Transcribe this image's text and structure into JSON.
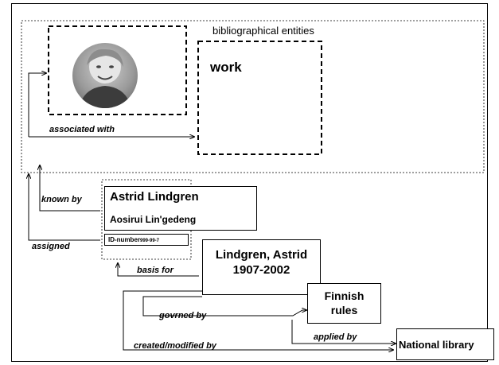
{
  "entities_label": "bibliographical entities",
  "work_label": "work",
  "person_photo": "person-portrait",
  "name_box": {
    "name": "Astrid Lindgren",
    "variant": "Aosirui  Lin'gedeng"
  },
  "id_box": {
    "prefix": "ID-number",
    "number": "999-99-7"
  },
  "access_point": {
    "line1": "Lindgren, Astrid",
    "line2": "1907-2002"
  },
  "rules_box": {
    "line1": "Finnish",
    "line2": "rules"
  },
  "agency_box": "National library",
  "relations": {
    "associated_with": "associated with",
    "known_by": "known by",
    "assigned": "assigned",
    "basis_for": "basis for",
    "governed_by": "govrned by",
    "applied_by": "applied by",
    "created_modified_by": "created/modified by"
  }
}
